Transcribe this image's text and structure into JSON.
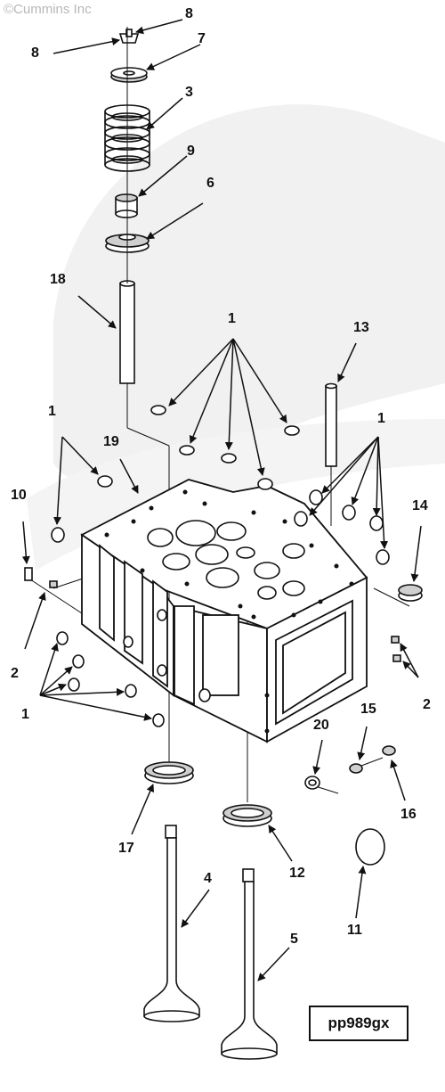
{
  "copyright": "©Cummins Inc",
  "diagram_code": "pp989gx",
  "callouts": {
    "c8a": "8",
    "c8b": "8",
    "c7": "7",
    "c3": "3",
    "c9": "9",
    "c6": "6",
    "c18": "18",
    "c1top": "1",
    "c13": "13",
    "c1left": "1",
    "c19": "19",
    "c1right": "1",
    "c10": "10",
    "c14": "14",
    "c2left": "2",
    "c1bottom": "1",
    "c2right": "2",
    "c15": "15",
    "c20": "20",
    "c16": "16",
    "c17": "17",
    "c12": "12",
    "c4": "4",
    "c11": "11",
    "c5": "5"
  },
  "colors": {
    "ink": "#111111",
    "watermark": "#ededed",
    "fill_light": "#ffffff",
    "fill_shade": "#cfcfcf"
  }
}
